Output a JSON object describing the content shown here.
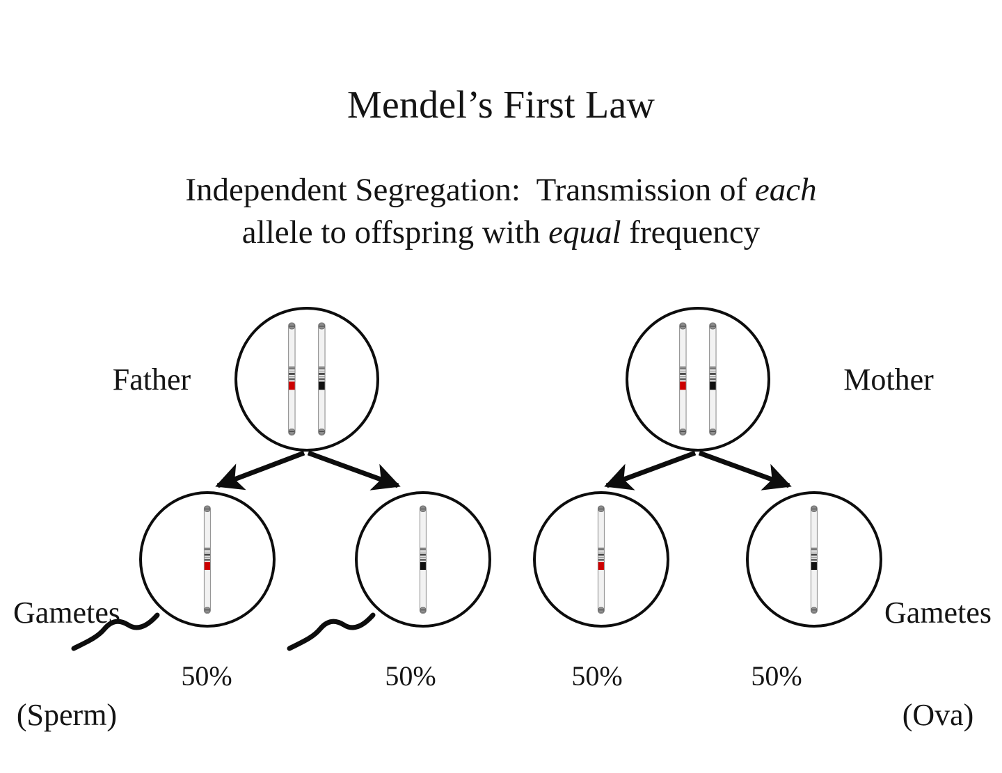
{
  "slide": {
    "title": "Mendel’s First Law",
    "subtitle": {
      "line1_a": "Independent Segregation:  Transmission of ",
      "line1_italic": "each",
      "line2_a": "allele to offspring with ",
      "line2_italic": "equal",
      "line2_b": " frequency"
    },
    "background_color": "#ffffff",
    "text_color": "#141414"
  },
  "labels": {
    "father": "Father",
    "mother": "Mother",
    "gametes_sperm_line1": "Gametes",
    "gametes_sperm_line2": "(Sperm)",
    "gametes_ova_line1": "Gametes",
    "gametes_ova_line2": "(Ova)"
  },
  "colors": {
    "allele_dominant": "#CC0000",
    "allele_recessive": "#111111",
    "chromosome_body": "#f2f2f2",
    "chromosome_outline": "#8a8a8a",
    "band": "#6e6e6e",
    "outline": "#0d0d0d"
  },
  "parents": [
    {
      "id": "father",
      "label": "Father",
      "chromosomes": [
        {
          "allele_color": "#CC0000",
          "allele_name": "red-allele"
        },
        {
          "allele_color": "#111111",
          "allele_name": "black-allele"
        }
      ]
    },
    {
      "id": "mother",
      "label": "Mother",
      "chromosomes": [
        {
          "allele_color": "#CC0000",
          "allele_name": "red-allele"
        },
        {
          "allele_color": "#111111",
          "allele_name": "black-allele"
        }
      ]
    }
  ],
  "gametes": [
    {
      "id": "sperm-red",
      "parent": "father",
      "allele_color": "#CC0000",
      "allele_name": "red-allele",
      "percent": "50%",
      "has_tail": true
    },
    {
      "id": "sperm-black",
      "parent": "father",
      "allele_color": "#111111",
      "allele_name": "black-allele",
      "percent": "50%",
      "has_tail": true
    },
    {
      "id": "ovum-red",
      "parent": "mother",
      "allele_color": "#CC0000",
      "allele_name": "red-allele",
      "percent": "50%",
      "has_tail": false
    },
    {
      "id": "ovum-black",
      "parent": "mother",
      "allele_color": "#111111",
      "allele_name": "black-allele",
      "percent": "50%",
      "has_tail": false
    }
  ],
  "percentages": [
    "50%",
    "50%",
    "50%",
    "50%"
  ]
}
